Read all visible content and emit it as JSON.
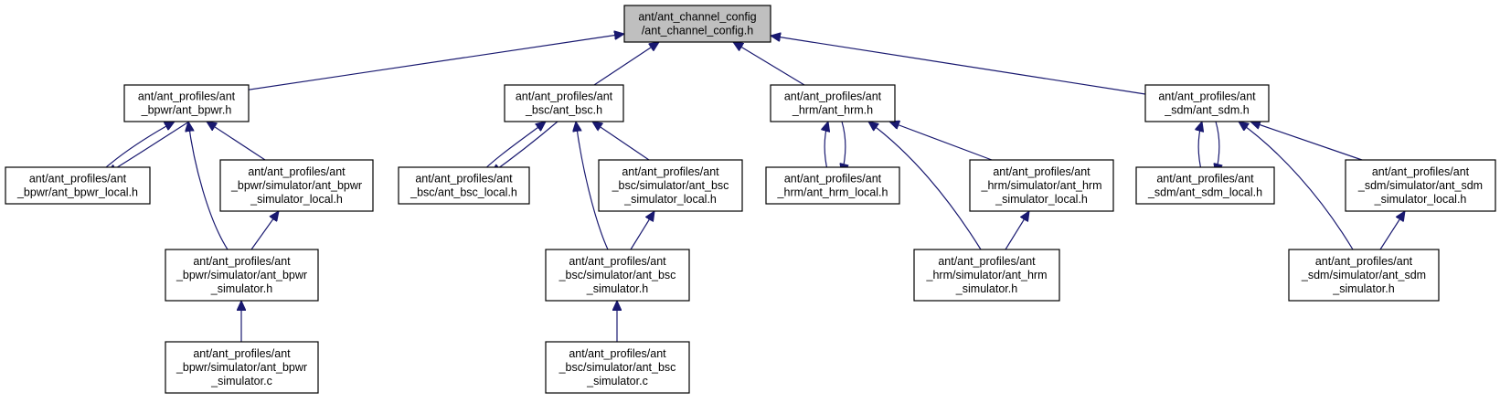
{
  "diagram": {
    "title": "",
    "colors": {
      "edge": "#191970",
      "root_fill": "#bfbfbf",
      "node_fill": "#ffffff",
      "border": "#000000"
    },
    "nodes": [
      {
        "id": "root",
        "lines": [
          "ant/ant_channel_config",
          "/ant_channel_config.h"
        ],
        "highlighted": true
      },
      {
        "id": "bpwr",
        "lines": [
          "ant/ant_profiles/ant",
          "_bpwr/ant_bpwr.h"
        ]
      },
      {
        "id": "bsc",
        "lines": [
          "ant/ant_profiles/ant",
          "_bsc/ant_bsc.h"
        ]
      },
      {
        "id": "hrm",
        "lines": [
          "ant/ant_profiles/ant",
          "_hrm/ant_hrm.h"
        ]
      },
      {
        "id": "sdm",
        "lines": [
          "ant/ant_profiles/ant",
          "_sdm/ant_sdm.h"
        ]
      },
      {
        "id": "bpwr_local",
        "lines": [
          "ant/ant_profiles/ant",
          "_bpwr/ant_bpwr_local.h"
        ]
      },
      {
        "id": "bpwr_sim_local",
        "lines": [
          "ant/ant_profiles/ant",
          "_bpwr/simulator/ant_bpwr",
          "_simulator_local.h"
        ]
      },
      {
        "id": "bsc_local",
        "lines": [
          "ant/ant_profiles/ant",
          "_bsc/ant_bsc_local.h"
        ]
      },
      {
        "id": "bsc_sim_local",
        "lines": [
          "ant/ant_profiles/ant",
          "_bsc/simulator/ant_bsc",
          "_simulator_local.h"
        ]
      },
      {
        "id": "hrm_local",
        "lines": [
          "ant/ant_profiles/ant",
          "_hrm/ant_hrm_local.h"
        ]
      },
      {
        "id": "hrm_sim_local",
        "lines": [
          "ant/ant_profiles/ant",
          "_hrm/simulator/ant_hrm",
          "_simulator_local.h"
        ]
      },
      {
        "id": "sdm_local",
        "lines": [
          "ant/ant_profiles/ant",
          "_sdm/ant_sdm_local.h"
        ]
      },
      {
        "id": "sdm_sim_local",
        "lines": [
          "ant/ant_profiles/ant",
          "_sdm/simulator/ant_sdm",
          "_simulator_local.h"
        ]
      },
      {
        "id": "bpwr_sim_h",
        "lines": [
          "ant/ant_profiles/ant",
          "_bpwr/simulator/ant_bpwr",
          "_simulator.h"
        ]
      },
      {
        "id": "bsc_sim_h",
        "lines": [
          "ant/ant_profiles/ant",
          "_bsc/simulator/ant_bsc",
          "_simulator.h"
        ]
      },
      {
        "id": "hrm_sim_h",
        "lines": [
          "ant/ant_profiles/ant",
          "_hrm/simulator/ant_hrm",
          "_simulator.h"
        ]
      },
      {
        "id": "sdm_sim_h",
        "lines": [
          "ant/ant_profiles/ant",
          "_sdm/simulator/ant_sdm",
          "_simulator.h"
        ]
      },
      {
        "id": "bpwr_sim_c",
        "lines": [
          "ant/ant_profiles/ant",
          "_bpwr/simulator/ant_bpwr",
          "_simulator.c"
        ]
      },
      {
        "id": "bsc_sim_c",
        "lines": [
          "ant/ant_profiles/ant",
          "_bsc/simulator/ant_bsc",
          "_simulator.c"
        ]
      }
    ],
    "edges": [
      {
        "from": "bpwr",
        "to": "root"
      },
      {
        "from": "bsc",
        "to": "root"
      },
      {
        "from": "hrm",
        "to": "root"
      },
      {
        "from": "sdm",
        "to": "root"
      },
      {
        "from": "bpwr_local",
        "to": "bpwr"
      },
      {
        "from": "bpwr",
        "to": "bpwr_local"
      },
      {
        "from": "bpwr_sim_local",
        "to": "bpwr"
      },
      {
        "from": "bpwr_sim_h",
        "to": "bpwr"
      },
      {
        "from": "bpwr_sim_h",
        "to": "bpwr_sim_local"
      },
      {
        "from": "bpwr_sim_c",
        "to": "bpwr_sim_h"
      },
      {
        "from": "bsc_local",
        "to": "bsc"
      },
      {
        "from": "bsc",
        "to": "bsc_local"
      },
      {
        "from": "bsc_sim_local",
        "to": "bsc"
      },
      {
        "from": "bsc_sim_h",
        "to": "bsc"
      },
      {
        "from": "bsc_sim_h",
        "to": "bsc_sim_local"
      },
      {
        "from": "bsc_sim_c",
        "to": "bsc_sim_h"
      },
      {
        "from": "hrm_local",
        "to": "hrm"
      },
      {
        "from": "hrm",
        "to": "hrm_local"
      },
      {
        "from": "hrm_sim_local",
        "to": "hrm"
      },
      {
        "from": "hrm_sim_h",
        "to": "hrm"
      },
      {
        "from": "hrm_sim_h",
        "to": "hrm_sim_local"
      },
      {
        "from": "sdm_local",
        "to": "sdm"
      },
      {
        "from": "sdm",
        "to": "sdm_local"
      },
      {
        "from": "sdm_sim_local",
        "to": "sdm"
      },
      {
        "from": "sdm_sim_h",
        "to": "sdm"
      },
      {
        "from": "sdm_sim_h",
        "to": "sdm_sim_local"
      }
    ]
  }
}
